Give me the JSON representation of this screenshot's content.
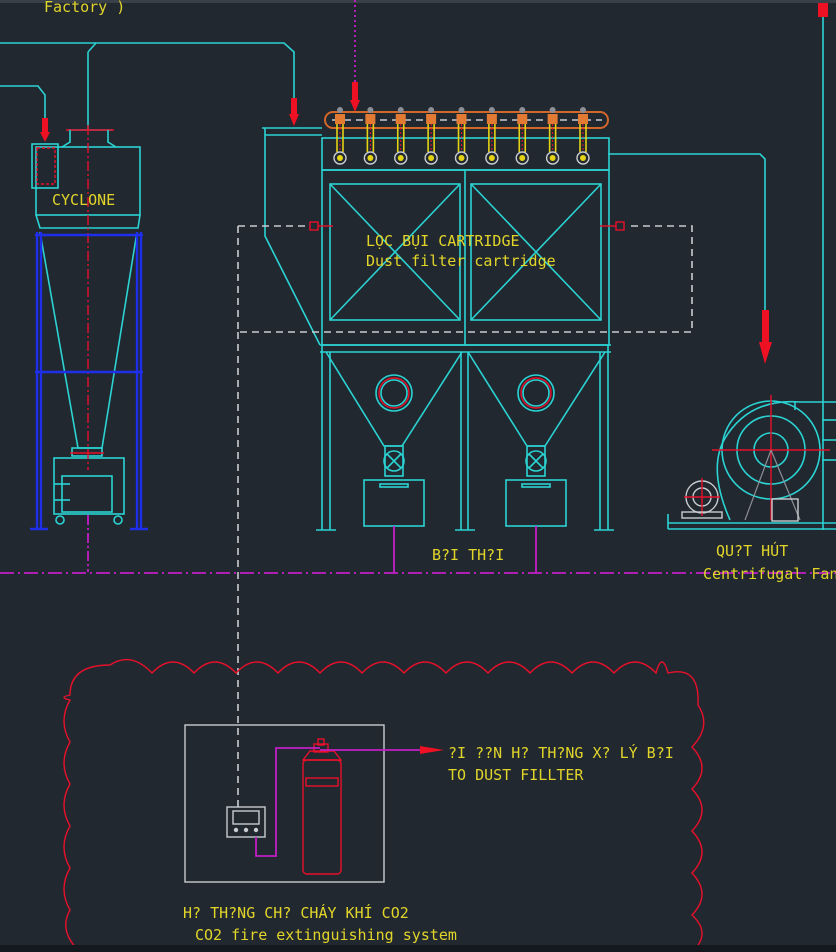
{
  "diagram": {
    "type": "process-flow-cad",
    "colors": {
      "background": "#212830",
      "equipment": "#2bd3d3",
      "support_frame": "#1f2ee8",
      "airflow_arrow": "#ee1123",
      "discharge_line": "#c21fc7",
      "control_line": "#c9ccd0",
      "pulse_header": "#d2672a",
      "label_text": "#e2d52a",
      "revision_cloud": "#e8102a"
    },
    "labels": {
      "top_note": "Factory )",
      "cyclone": "CYCLONE",
      "filter_vn": "LỌC BỤI CARTRIDGE",
      "filter_en": "Dust filter cartridge",
      "dust_discharge": "B?I TH?I",
      "fan_vn": "QU?T HÚT",
      "fan_en": "Centrifugal Fan",
      "signal_vn": "?I ??N H? TH?NG X? LÝ B?I",
      "signal_en": "TO DUST FILLTER",
      "co2_vn": "H? TH?NG CH? CHÁY KHÍ CO2",
      "co2_en": "CO2 fire extinguishing system"
    },
    "nodes": [
      {
        "id": "cyclone",
        "label": "CYCLONE"
      },
      {
        "id": "dust-filter",
        "label": "Dust filter cartridge",
        "cartridges": 2,
        "pulse_valves": 9,
        "hoppers": 2
      },
      {
        "id": "centrifugal-fan",
        "label": "Centrifugal Fan"
      },
      {
        "id": "co2-system",
        "label": "CO2 fire extinguishing system"
      }
    ],
    "edges": [
      {
        "from": "cyclone",
        "to": "dust-filter",
        "type": "duct"
      },
      {
        "from": "dust-filter",
        "to": "centrifugal-fan",
        "type": "duct"
      },
      {
        "from": "co2-system",
        "to": "dust-filter",
        "type": "control"
      },
      {
        "from": "dust-filter",
        "to": "dust-discharge",
        "type": "discharge"
      }
    ]
  }
}
